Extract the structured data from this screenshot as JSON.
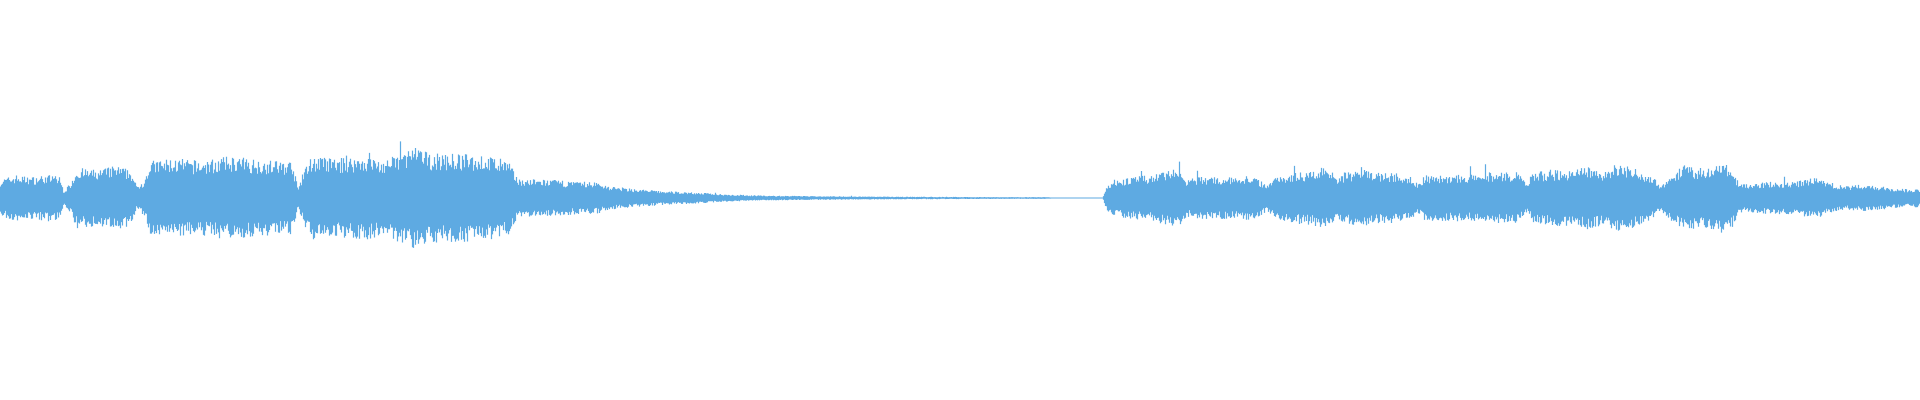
{
  "waveform": {
    "color": "#5eaae2",
    "background": "#ffffff",
    "envelope": [
      [
        0.0,
        0.08
      ],
      [
        0.008,
        0.1
      ],
      [
        0.015,
        0.09
      ],
      [
        0.025,
        0.1
      ],
      [
        0.031,
        0.09
      ],
      [
        0.033,
        0.03
      ],
      [
        0.036,
        0.06
      ],
      [
        0.04,
        0.13
      ],
      [
        0.05,
        0.12
      ],
      [
        0.06,
        0.14
      ],
      [
        0.068,
        0.12
      ],
      [
        0.071,
        0.05
      ],
      [
        0.075,
        0.08
      ],
      [
        0.078,
        0.16
      ],
      [
        0.09,
        0.17
      ],
      [
        0.105,
        0.16
      ],
      [
        0.12,
        0.18
      ],
      [
        0.13,
        0.17
      ],
      [
        0.145,
        0.16
      ],
      [
        0.152,
        0.16
      ],
      [
        0.155,
        0.04
      ],
      [
        0.158,
        0.12
      ],
      [
        0.162,
        0.18
      ],
      [
        0.175,
        0.17
      ],
      [
        0.19,
        0.18
      ],
      [
        0.2,
        0.16
      ],
      [
        0.205,
        0.18
      ],
      [
        0.215,
        0.22
      ],
      [
        0.225,
        0.19
      ],
      [
        0.24,
        0.19
      ],
      [
        0.255,
        0.18
      ],
      [
        0.265,
        0.16
      ],
      [
        0.268,
        0.1
      ],
      [
        0.272,
        0.08
      ],
      [
        0.285,
        0.08
      ],
      [
        0.3,
        0.07
      ],
      [
        0.31,
        0.07
      ],
      [
        0.318,
        0.05
      ],
      [
        0.33,
        0.04
      ],
      [
        0.345,
        0.03
      ],
      [
        0.36,
        0.025
      ],
      [
        0.38,
        0.015
      ],
      [
        0.4,
        0.01
      ],
      [
        0.43,
        0.008
      ],
      [
        0.46,
        0.006
      ],
      [
        0.49,
        0.005
      ],
      [
        0.52,
        0.004
      ],
      [
        0.545,
        0.004
      ],
      [
        0.552,
        0.0
      ],
      [
        0.574,
        0.0
      ],
      [
        0.576,
        0.05
      ],
      [
        0.58,
        0.08
      ],
      [
        0.59,
        0.09
      ],
      [
        0.6,
        0.1
      ],
      [
        0.608,
        0.12
      ],
      [
        0.613,
        0.13
      ],
      [
        0.618,
        0.08
      ],
      [
        0.622,
        0.09
      ],
      [
        0.63,
        0.09
      ],
      [
        0.645,
        0.09
      ],
      [
        0.65,
        0.1
      ],
      [
        0.655,
        0.08
      ],
      [
        0.66,
        0.06
      ],
      [
        0.665,
        0.1
      ],
      [
        0.675,
        0.11
      ],
      [
        0.685,
        0.12
      ],
      [
        0.692,
        0.14
      ],
      [
        0.697,
        0.09
      ],
      [
        0.7,
        0.11
      ],
      [
        0.71,
        0.12
      ],
      [
        0.72,
        0.11
      ],
      [
        0.735,
        0.1
      ],
      [
        0.738,
        0.06
      ],
      [
        0.742,
        0.1
      ],
      [
        0.755,
        0.1
      ],
      [
        0.765,
        0.1
      ],
      [
        0.775,
        0.11
      ],
      [
        0.79,
        0.11
      ],
      [
        0.795,
        0.06
      ],
      [
        0.798,
        0.11
      ],
      [
        0.81,
        0.12
      ],
      [
        0.82,
        0.12
      ],
      [
        0.828,
        0.14
      ],
      [
        0.835,
        0.11
      ],
      [
        0.842,
        0.15
      ],
      [
        0.855,
        0.12
      ],
      [
        0.865,
        0.06
      ],
      [
        0.87,
        0.1
      ],
      [
        0.877,
        0.14
      ],
      [
        0.885,
        0.13
      ],
      [
        0.893,
        0.14
      ],
      [
        0.897,
        0.15
      ],
      [
        0.902,
        0.13
      ],
      [
        0.905,
        0.07
      ],
      [
        0.91,
        0.06
      ],
      [
        0.92,
        0.07
      ],
      [
        0.935,
        0.07
      ],
      [
        0.945,
        0.09
      ],
      [
        0.955,
        0.06
      ],
      [
        0.962,
        0.05
      ],
      [
        0.97,
        0.06
      ],
      [
        0.98,
        0.05
      ],
      [
        0.99,
        0.04
      ],
      [
        1.0,
        0.04
      ]
    ]
  }
}
